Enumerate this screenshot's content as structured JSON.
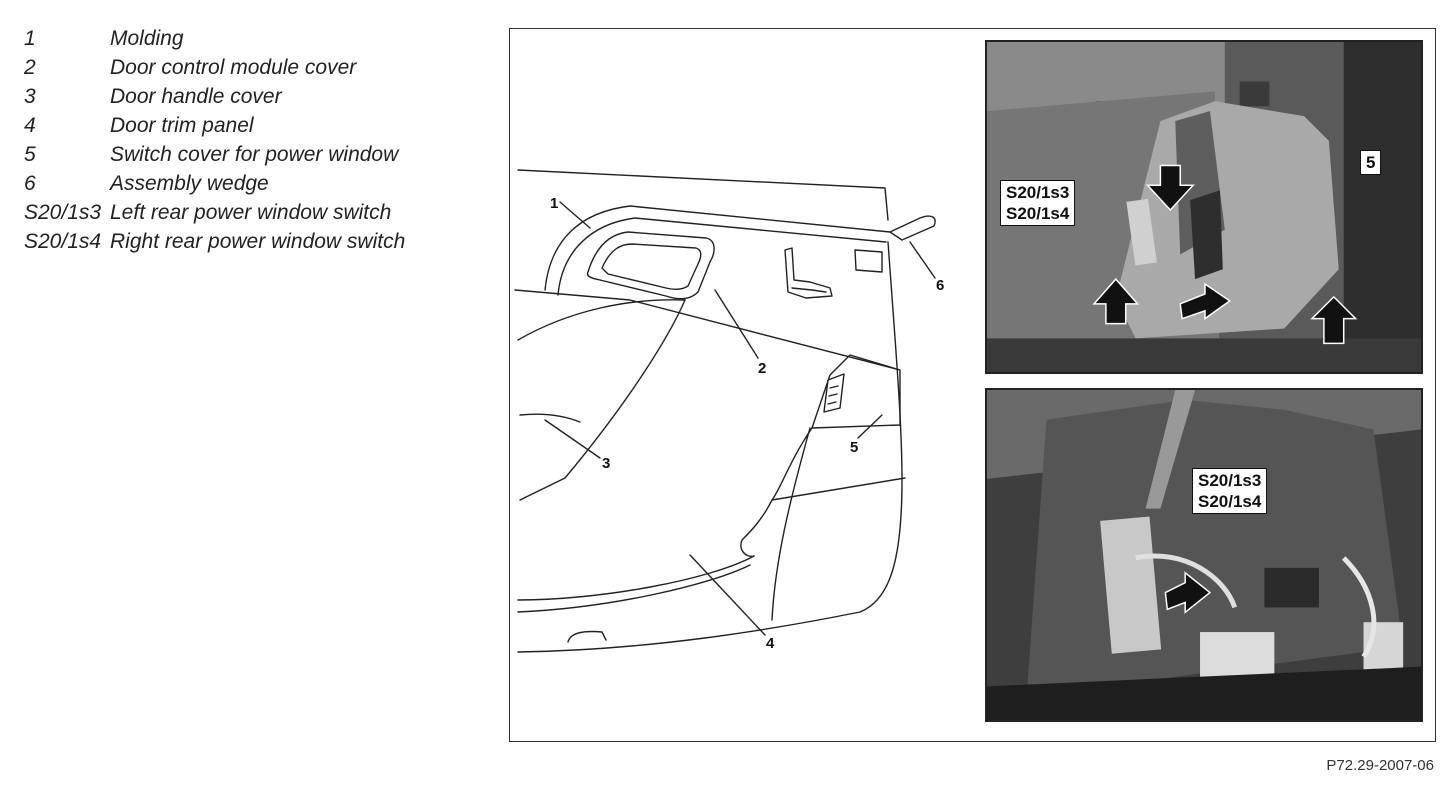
{
  "legend": [
    {
      "key": "1",
      "text": "Molding"
    },
    {
      "key": "2",
      "text": "Door control module cover"
    },
    {
      "key": "3",
      "text": "Door handle cover"
    },
    {
      "key": "4",
      "text": "Door trim panel"
    },
    {
      "key": "5",
      "text": "Switch cover for power window"
    },
    {
      "key": "6",
      "text": "Assembly wedge"
    },
    {
      "key": "S20/1s3",
      "text": "Left rear power window switch"
    },
    {
      "key": "S20/1s4",
      "text": "Right rear power window switch"
    }
  ],
  "drawing_callouts": {
    "c1": "1",
    "c2": "2",
    "c3": "3",
    "c4": "4",
    "c5": "5",
    "c6": "6"
  },
  "photo_top": {
    "switch_label": "S20/1s3\nS20/1s4",
    "part_label": "5"
  },
  "photo_bottom": {
    "switch_label": "S20/1s3\nS20/1s4"
  },
  "figure_id": "P72.29-2007-06"
}
